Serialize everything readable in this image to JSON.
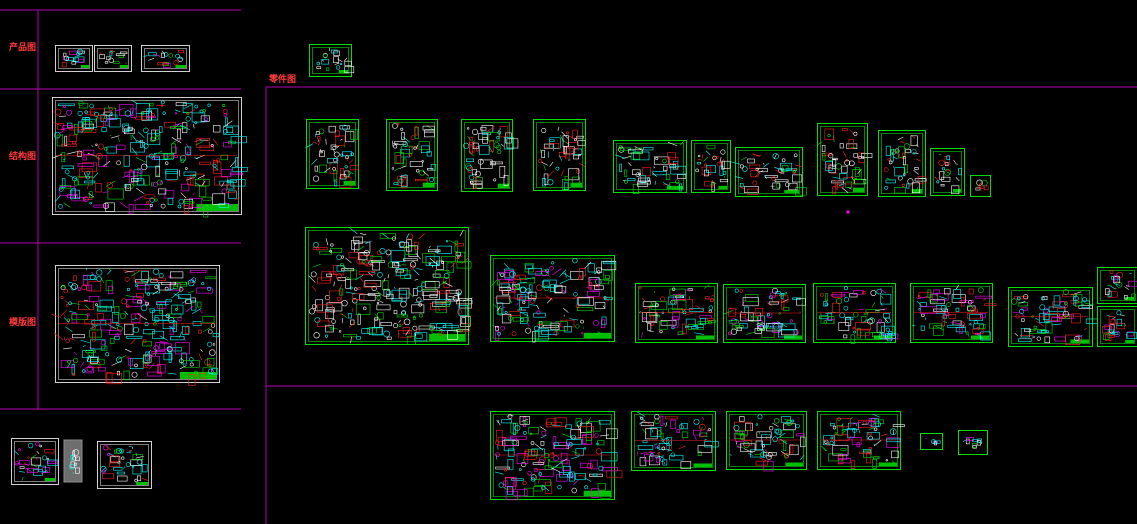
{
  "row_labels": [
    "产品图",
    "结构图",
    "模版图"
  ],
  "parts_label": "零件图",
  "colors": {
    "background": "#000000",
    "section_line": "#b400b4",
    "frame": "#00e000",
    "label": "#ff3b3b",
    "cyan": "#00ffff",
    "white": "#ffffff",
    "red": "#ff2020",
    "magenta": "#ff00ff",
    "yellow": "#ffff00",
    "gray": "#8c8c8c"
  },
  "icons": {
    "sheet": "drawing-sheet-icon"
  }
}
